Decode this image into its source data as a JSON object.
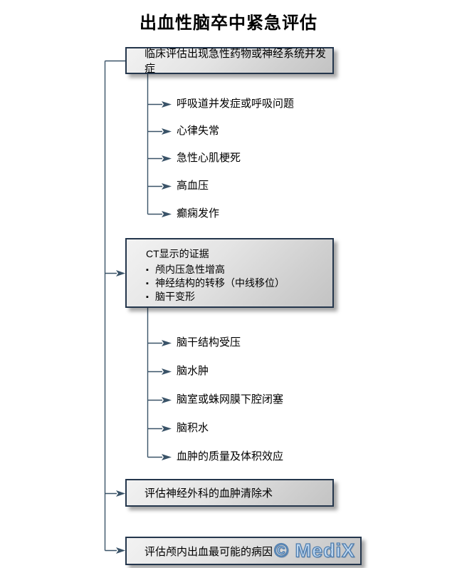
{
  "title": "出血性脑卒中紧急评估",
  "colors": {
    "box-border": "#24364c",
    "connector": "#3a5368",
    "box-fill-light": "#f2f2f2",
    "box-fill-dark": "#c3c3c3",
    "logo-fill": "#bdd6ef",
    "logo-stroke": "#4d7cad",
    "text": "#000000"
  },
  "flowchart": {
    "step1": {
      "label": "临床评估出现急性药物或神经系统并发症"
    },
    "clinical_complications": [
      "呼吸道并发症或呼吸问题",
      "心律失常",
      "急性心肌梗死",
      "高血压",
      "癫痫发作"
    ],
    "ct_box": {
      "title": "CT显示的证据",
      "bullet_char": "▪",
      "bullets": [
        "颅内压急性增高",
        "神经结构的转移（中线移位）",
        "脑干变形"
      ]
    },
    "ct_findings": [
      "脑干结构受压",
      "脑水肿",
      "脑室或蛛网膜下腔闭塞",
      "脑积水",
      "血肿的质量及体积效应"
    ],
    "step3": {
      "label": "评估神经外科的血肿清除术"
    },
    "step4": {
      "label": "评估颅内出血最可能的病因"
    }
  },
  "watermark": {
    "label": "© MediX"
  }
}
